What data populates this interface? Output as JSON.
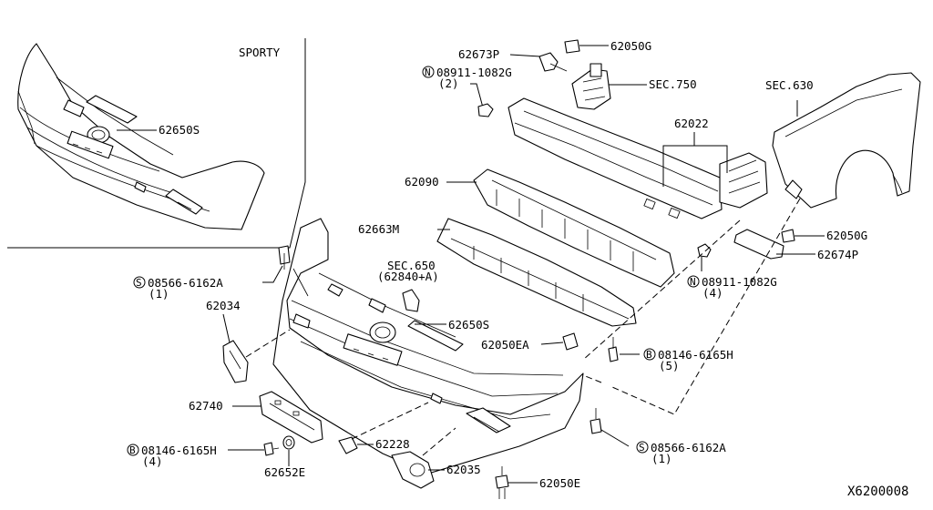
{
  "inset": {
    "title": "SPORTY",
    "part_label": "62650S"
  },
  "callouts": {
    "p62673P": "62673P",
    "p62050G_top": "62050G",
    "n08911_top": "08911-1082G",
    "n08911_top_qty": "(2)",
    "sec750": "SEC.750",
    "sec630": "SEC.630",
    "p62022": "62022",
    "p62090": "62090",
    "p62663M": "62663M",
    "sec650": "SEC.650",
    "sec650_sub": "(62840+A)",
    "s08566_left": "08566-6162A",
    "s08566_left_qty": "(1)",
    "p62034": "62034",
    "p62650S": "62650S",
    "p62050EA": "62050EA",
    "b08146_right": "08146-6165H",
    "b08146_right_qty": "(5)",
    "n08911_right": "08911-1082G",
    "n08911_right_qty": "(4)",
    "p62050G_right": "62050G",
    "p62674P": "62674P",
    "p62740": "62740",
    "b08146_left": "08146-6165H",
    "b08146_left_qty": "(4)",
    "p62652E": "62652E",
    "p62228": "62228",
    "p62035": "62035",
    "p62050E": "62050E",
    "s08566_right": "08566-6162A",
    "s08566_right_qty": "(1)"
  },
  "prefix_symbols": {
    "n": "N",
    "s": "S",
    "b": "B"
  },
  "diagram_code": "X6200008"
}
